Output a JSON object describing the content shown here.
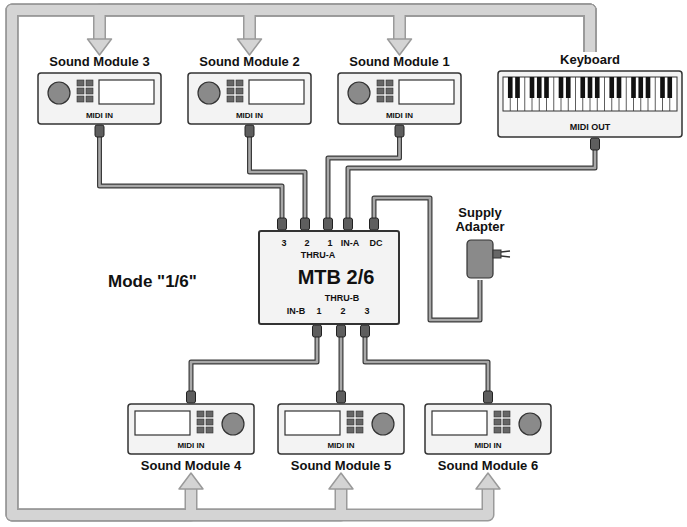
{
  "diagram": {
    "nodes": [
      {
        "text": [
          "Sound Module 3",
          "MIDI IN"
        ]
      },
      {
        "text": [
          "Sound Module 2",
          "MIDI IN"
        ]
      },
      {
        "text": [
          "Sound Module 1",
          "MIDI IN"
        ]
      },
      {
        "text": [
          "Keyboard",
          "MIDI OUT"
        ]
      },
      {
        "text": [
          "3",
          "2",
          "1",
          "IN-A",
          "DC",
          "THRU-A",
          "MTB 2/6",
          "THRU-B",
          "IN-B",
          "1",
          "2",
          "3"
        ]
      },
      {
        "text": [
          "Supply Adapter"
        ]
      },
      {
        "text": [
          "Sound Module 4",
          "MIDI IN"
        ]
      },
      {
        "text": [
          "Sound Module 5",
          "MIDI IN"
        ]
      },
      {
        "text": [
          "Sound Module 6",
          "MIDI IN"
        ]
      }
    ],
    "edges": [
      {
        "from": 3,
        "to": 4,
        "arrow": "none"
      },
      {
        "from": 4,
        "to": 2,
        "arrow": "none"
      },
      {
        "from": 4,
        "to": 1,
        "arrow": "none"
      },
      {
        "from": 4,
        "to": 0,
        "arrow": "none"
      },
      {
        "from": 5,
        "to": 4,
        "arrow": "none"
      },
      {
        "from": 4,
        "to": 6,
        "arrow": "none"
      },
      {
        "from": 4,
        "to": 7,
        "arrow": "none"
      },
      {
        "from": 4,
        "to": 8,
        "arrow": "none"
      },
      {
        "from": 3,
        "to": 0,
        "arrow": "to"
      },
      {
        "from": 3,
        "to": 1,
        "arrow": "to"
      },
      {
        "from": 3,
        "to": 2,
        "arrow": "to"
      },
      {
        "from": 3,
        "to": 6,
        "arrow": "to"
      },
      {
        "from": 3,
        "to": 7,
        "arrow": "to"
      },
      {
        "from": 3,
        "to": 8,
        "arrow": "to"
      }
    ],
    "labels": [
      "Mode \"1/6\""
    ]
  }
}
